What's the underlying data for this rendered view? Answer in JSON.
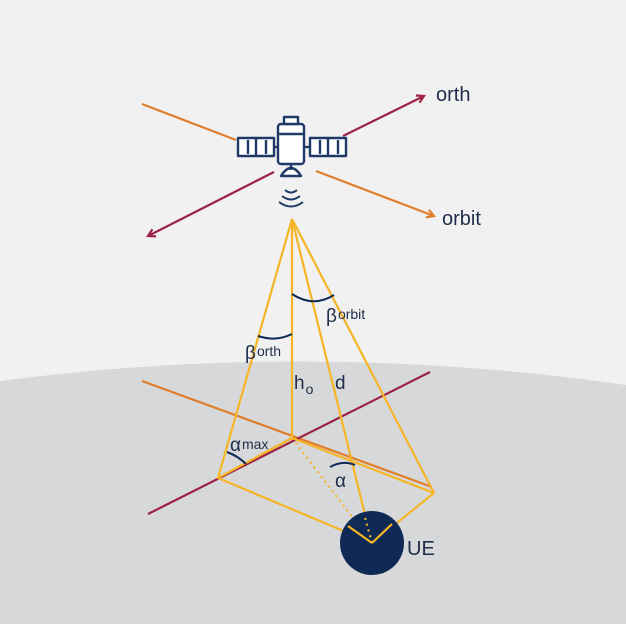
{
  "colors": {
    "sky": "#f1f1f2",
    "ground": "#d7d8d9",
    "orth_axis": "#9b2345",
    "orbit_axis": "#e07e2b",
    "beam": "#f5b526",
    "navy": "#0e2a55",
    "text": "#1f2d4a"
  },
  "labels": {
    "orth": "orth",
    "orbit": "orbit",
    "beta": "β",
    "orbit_sub": "orbit",
    "orth_sub": "orth",
    "h": "h",
    "h_sub": "o",
    "d": "d",
    "alpha": "α",
    "max_sub": "max",
    "ue": "UE"
  },
  "icons": [
    "satellite-icon",
    "signal-waves-icon",
    "ue-dish-icon"
  ]
}
